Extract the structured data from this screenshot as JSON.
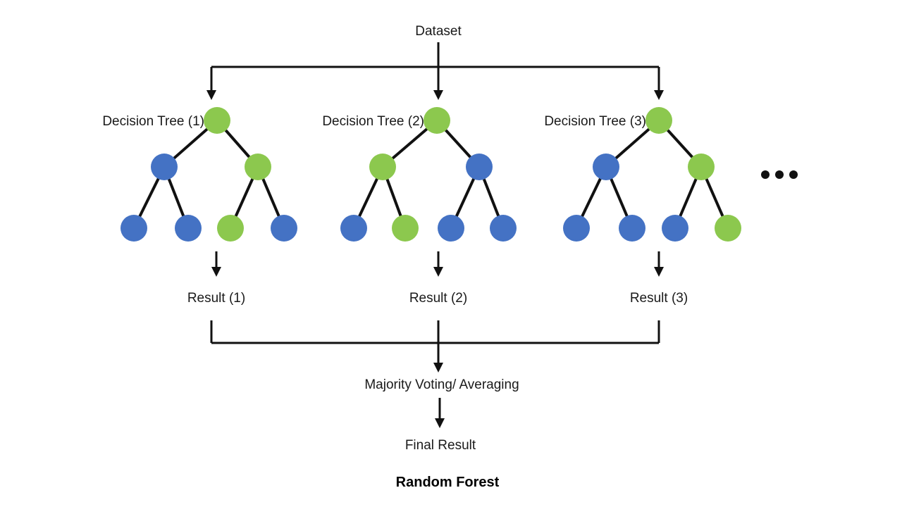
{
  "diagram": {
    "title": "Random Forest",
    "source_label": "Dataset",
    "aggregation_label": "Majority Voting/ Averaging",
    "final_label": "Final Result",
    "ellipsis": "• • •",
    "colors": {
      "green": "#8CC84E",
      "blue": "#4472C4",
      "line": "#111111",
      "text": "#1a1a1a",
      "background": "#ffffff"
    },
    "trees": [
      {
        "label": "Decision Tree (1)",
        "result_label": "Result (1)",
        "root_color": "green",
        "internal_colors": [
          "blue",
          "green"
        ],
        "leaf_colors": [
          "blue",
          "blue",
          "green",
          "blue"
        ]
      },
      {
        "label": "Decision Tree (2)",
        "result_label": "Result (2)",
        "root_color": "green",
        "internal_colors": [
          "green",
          "blue"
        ],
        "leaf_colors": [
          "blue",
          "green",
          "blue",
          "blue"
        ]
      },
      {
        "label": "Decision Tree (3)",
        "result_label": "Result (3)",
        "root_color": "green",
        "internal_colors": [
          "blue",
          "green"
        ],
        "leaf_colors": [
          "blue",
          "blue",
          "blue",
          "green"
        ]
      }
    ]
  }
}
